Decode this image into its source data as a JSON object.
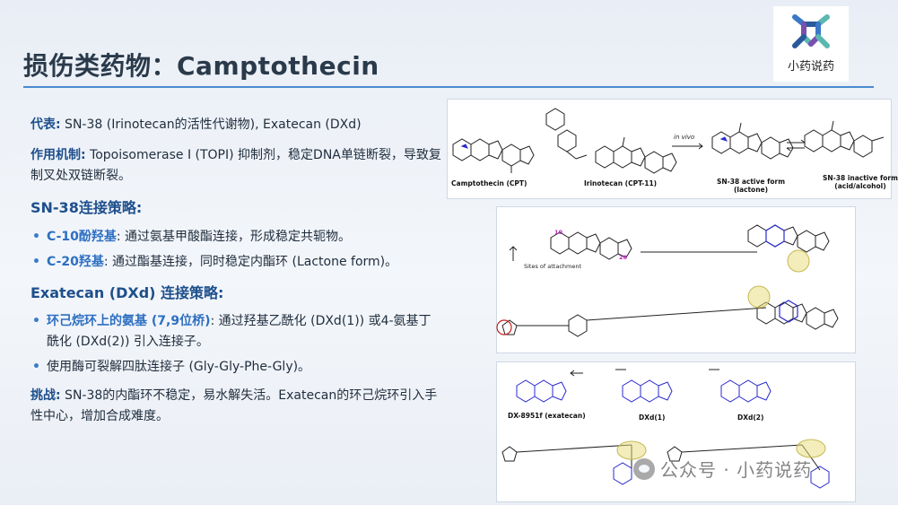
{
  "title": "损伤类药物：Camptothecin",
  "logo": {
    "text": "小药说药",
    "colors": [
      "#3c78c8",
      "#5bb8b0",
      "#7a4fb0",
      "#2a5a9a"
    ]
  },
  "representative": {
    "label": "代表:",
    "text": " SN-38 (Irinotecan的活性代谢物), Exatecan (DXd)"
  },
  "mechanism": {
    "label": "作用机制:",
    "text": " Topoisomerase I (TOPI) 抑制剂，稳定DNA单链断裂，导致复制叉处双链断裂。"
  },
  "sn38_strategy": {
    "heading": "SN-38连接策略:",
    "items": [
      {
        "highlight": "C-10酚羟基",
        "text": ": 通过氨基甲酸酯连接，形成稳定共轭物。"
      },
      {
        "highlight": "C-20羟基",
        "text": ": 通过酯基连接，同时稳定内酯环 (Lactone form)。"
      }
    ]
  },
  "exatecan_strategy": {
    "heading": "Exatecan (DXd) 连接策略:",
    "items": [
      {
        "highlight": "环己烷环上的氨基 (7,9位桥)",
        "text": ": 通过羟基乙酰化 (DXd(1)) 或4-氨基丁酰化 (DXd(2)) 引入连接子。"
      },
      {
        "highlight": "",
        "text": "使用酶可裂解四肽连接子 (Gly-Gly-Phe-Gly)。"
      }
    ]
  },
  "challenge": {
    "label": "挑战:",
    "text": " SN-38的内酯环不稳定，易水解失活。Exatecan的环己烷环引入手性中心，增加合成难度。"
  },
  "figure1": {
    "labels": [
      "Camptothecin (CPT)",
      "Irinotecan (CPT-11)",
      "SN-38 active form\n(lactone)",
      "SN-38 inactive form\n(acid/alcohol)"
    ],
    "arrow_note": "in vivo"
  },
  "figure2": {
    "sites_label": "Sites of attachment",
    "pos10": "10",
    "pos20": "20"
  },
  "figure3": {
    "labels": [
      "DX-8951f (exatecan)",
      "DXd(1)",
      "DXd(2)"
    ]
  },
  "watermark": "公众号 · 小药说药",
  "colors": {
    "accent": "#1e4f8c",
    "highlight": "#2d6fc2",
    "rule": "#4a8bd0",
    "molecule_blue": "#2a2ad0"
  }
}
